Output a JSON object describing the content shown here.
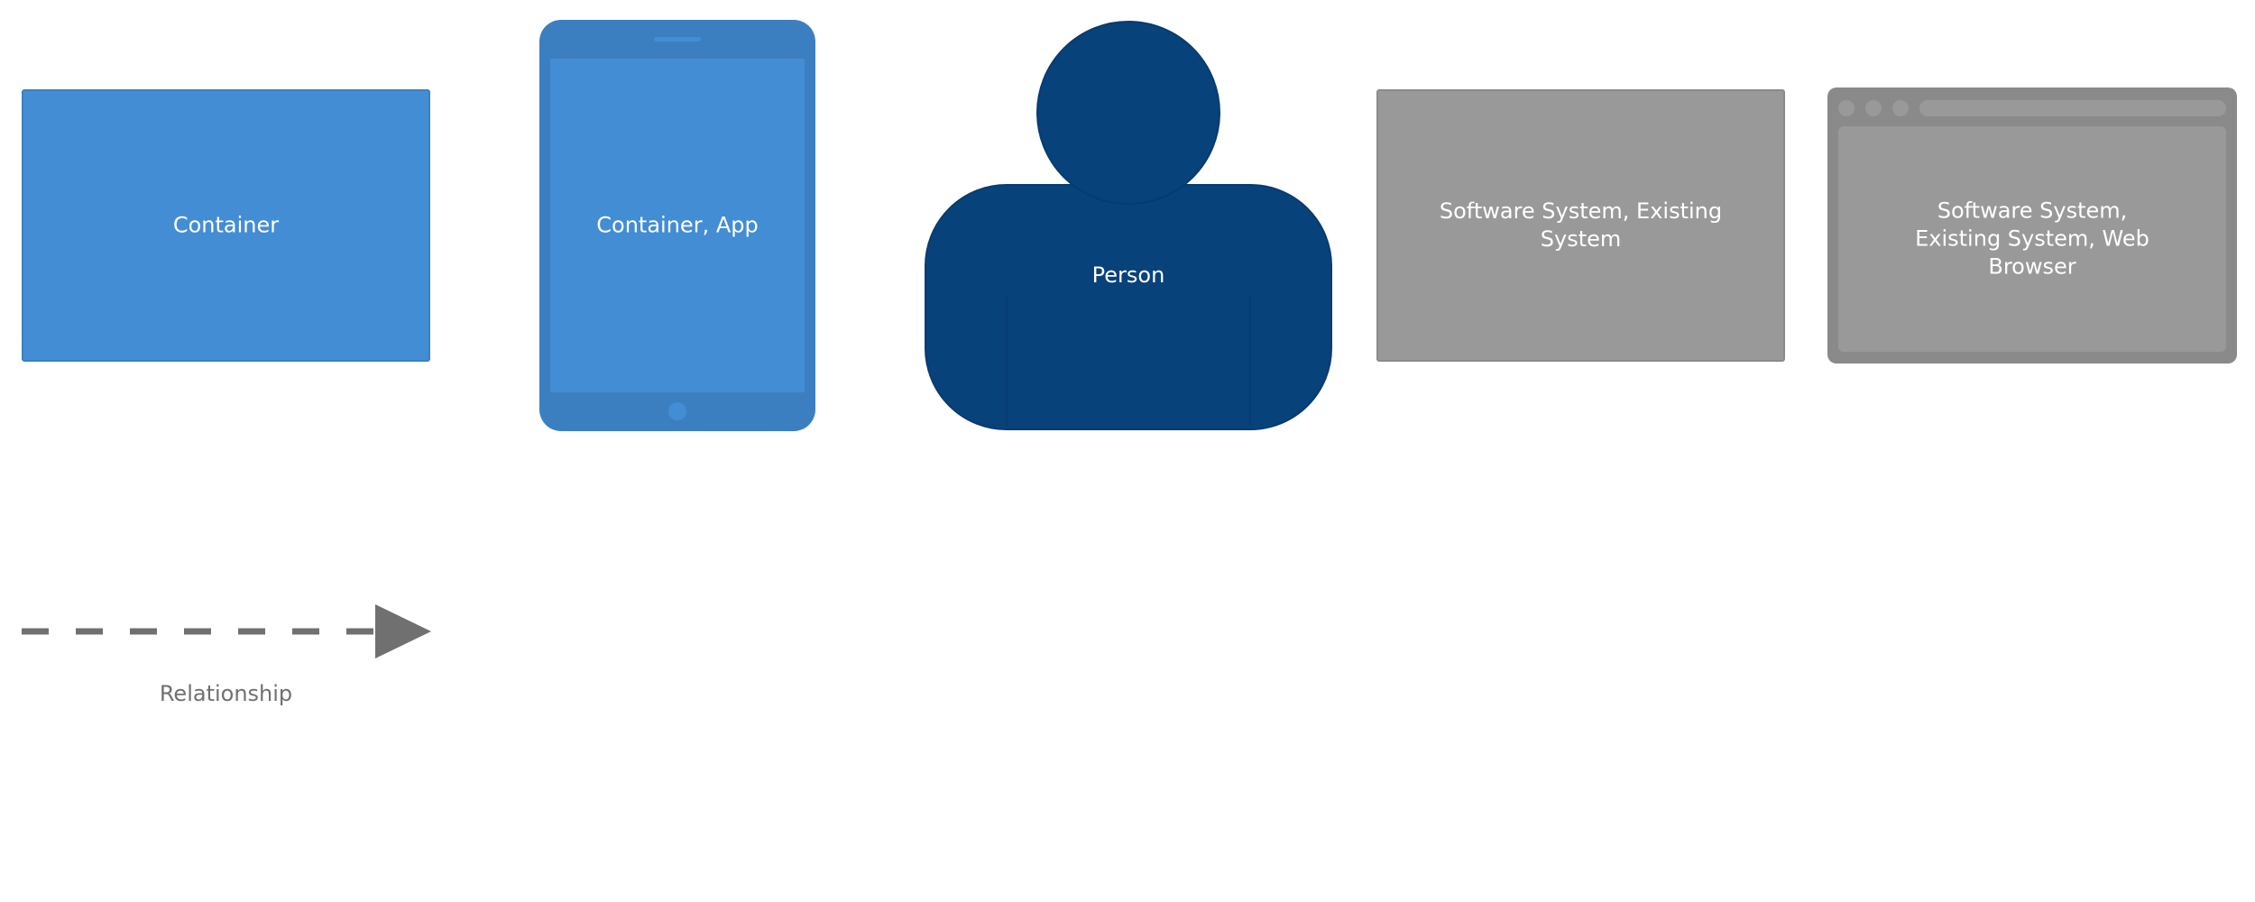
{
  "legend": {
    "container": {
      "label": "Container",
      "fill": "#438dd5",
      "stroke": "#3c7fc0"
    },
    "container_app": {
      "label": "Container, App",
      "fill": "#438dd5",
      "frame": "#3c7fc0",
      "icon": "tablet-icon"
    },
    "person": {
      "label": "Person",
      "fill": "#08427b",
      "stroke": "#073b6f",
      "icon": "person-icon"
    },
    "existing_system": {
      "label": "Software System, Existing System",
      "fill": "#999999",
      "stroke": "#8a8a8a"
    },
    "existing_system_browser": {
      "label": "Software System, Existing System, Web Browser",
      "fill": "#999999",
      "frame": "#8a8a8a",
      "icon": "web-browser-icon"
    },
    "relationship": {
      "label": "Relationship",
      "color": "#707070",
      "line_style": "dashed"
    }
  }
}
